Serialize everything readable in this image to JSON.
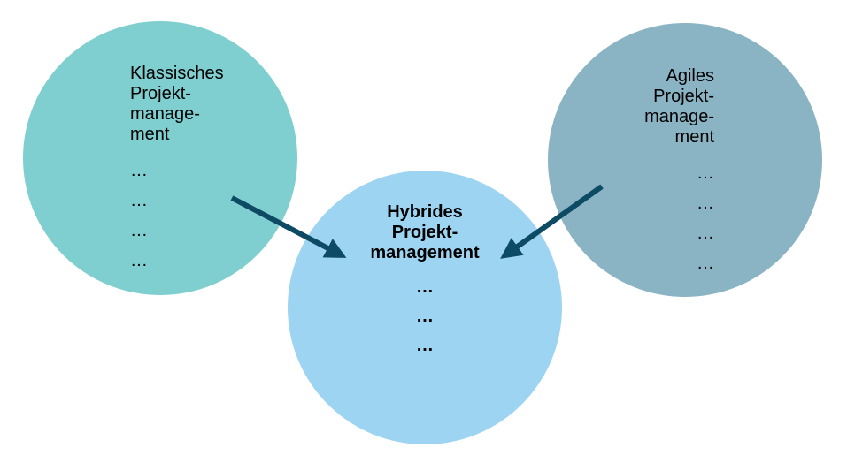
{
  "circles": {
    "left": {
      "title_lines": [
        "Klassisches",
        "Projekt-",
        "manage-",
        "ment"
      ],
      "items": [
        "…",
        "…",
        "…",
        "…"
      ],
      "color": "#7fcfd0"
    },
    "right": {
      "title_lines": [
        "Agiles",
        "Projekt-",
        "manage-",
        "ment"
      ],
      "items": [
        "…",
        "…",
        "…",
        "…"
      ],
      "color": "#8ab3c3"
    },
    "center": {
      "title_lines": [
        "Hybrides",
        "Projekt-",
        "management"
      ],
      "items": [
        "…",
        "…",
        "…"
      ],
      "color": "#9dd4f2"
    }
  },
  "arrow_color": "#0d4a63"
}
